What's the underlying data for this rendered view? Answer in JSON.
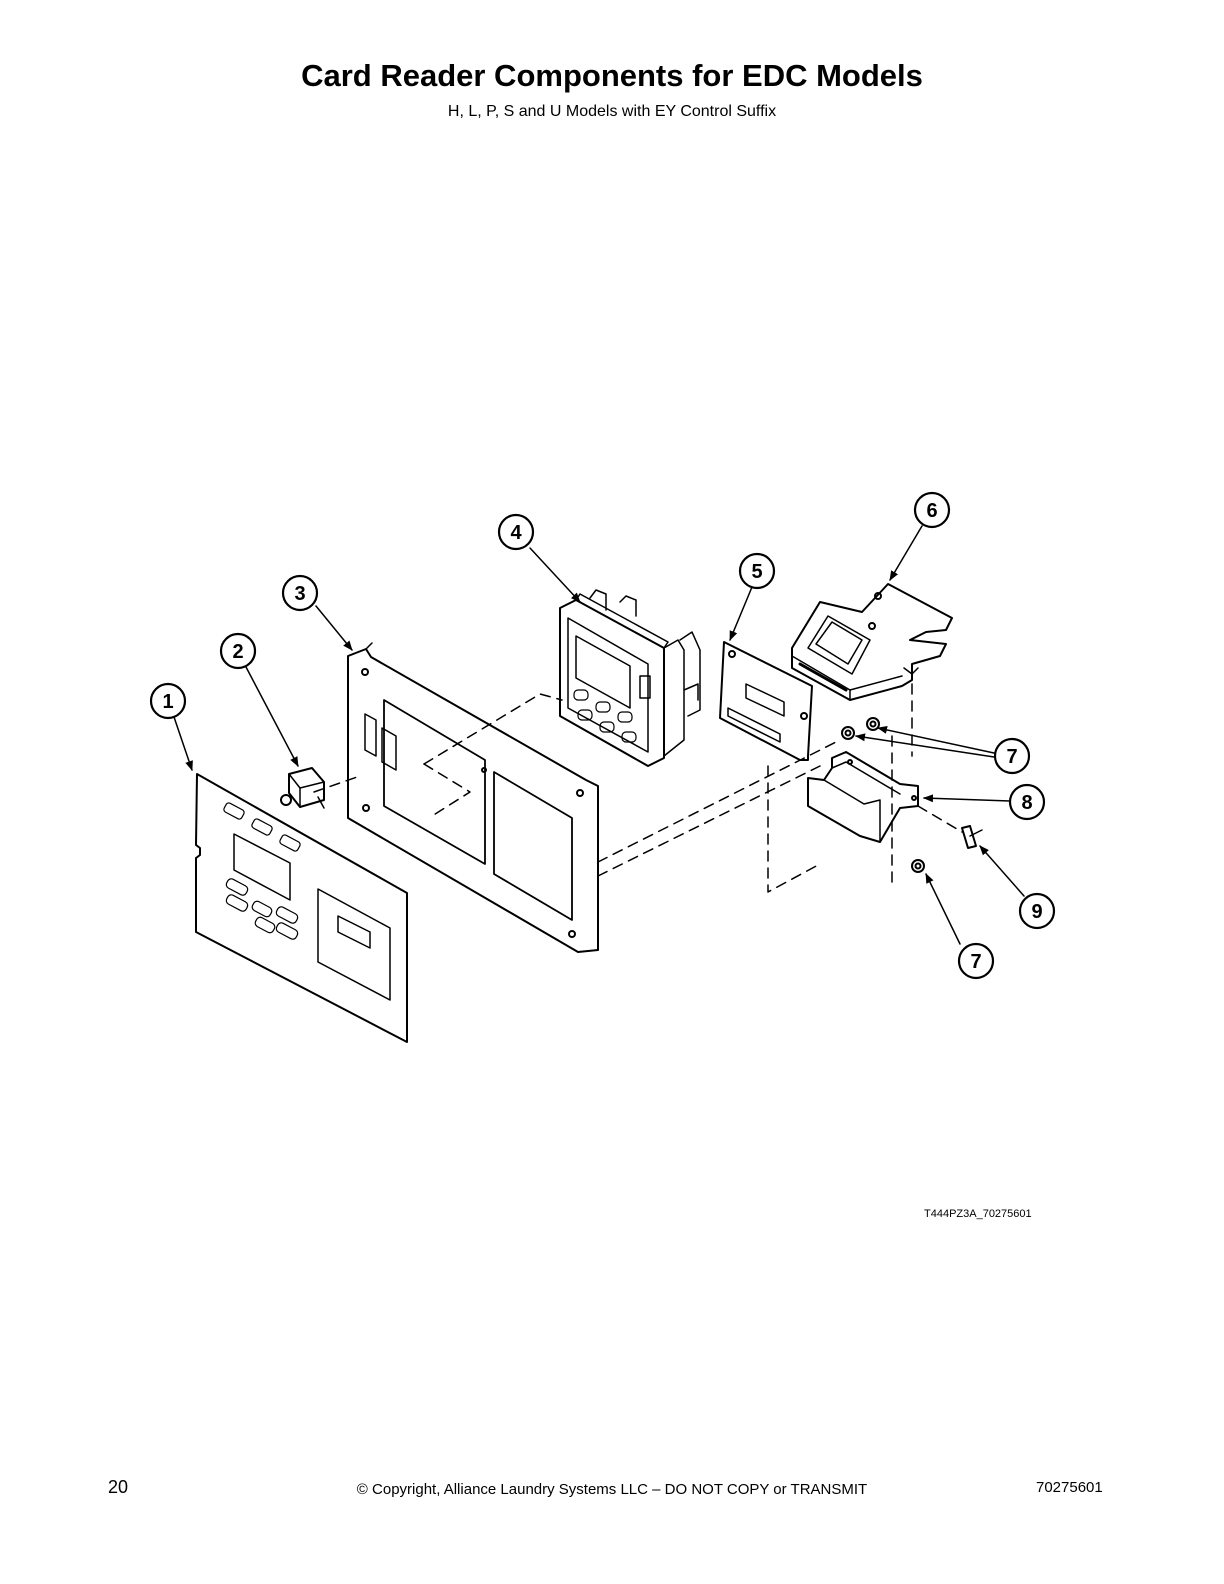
{
  "page": {
    "title": "Card Reader Components for EDC Models",
    "subtitle": "H, L, P, S and U Models with EY Control Suffix",
    "figure_code": "T444PZ3A_70275601",
    "page_number": "20",
    "copyright": "© Copyright, Alliance Laundry Systems LLC – DO NOT COPY or TRANSMIT",
    "doc_number": "70275601"
  },
  "diagram": {
    "callouts": [
      "1",
      "2",
      "3",
      "4",
      "5",
      "6",
      "7",
      "8",
      "9",
      "7"
    ]
  }
}
